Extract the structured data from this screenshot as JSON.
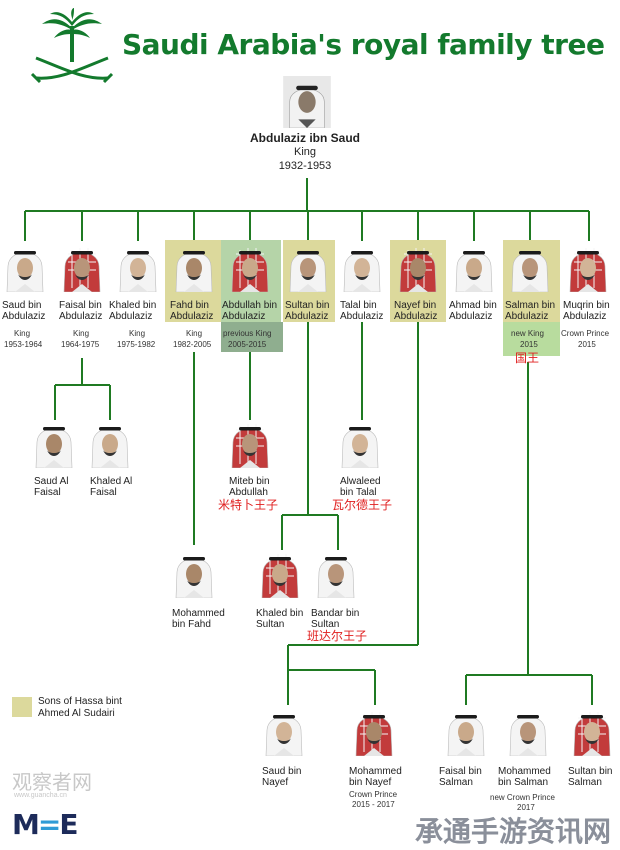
{
  "title": "Saudi Arabia's royal family tree",
  "colors": {
    "brand": "#137a2d",
    "sudairi": "#dcd99c",
    "new_king": "#b8dc9e",
    "previous_king": "#8fae8f",
    "chinese_label": "#e02020"
  },
  "root": {
    "name": "Abdulaziz ibn Saud",
    "role": "King",
    "years": "1932-1953"
  },
  "sons": [
    {
      "name1": "Saud bin",
      "name2": "Abdulaziz",
      "role": "King",
      "years": "1953-1964"
    },
    {
      "name1": "Faisal bin",
      "name2": "Abdulaziz",
      "role": "King",
      "years": "1964-1975"
    },
    {
      "name1": "Khaled bin",
      "name2": "Abdulaziz",
      "role": "King",
      "years": "1975-1982"
    },
    {
      "name1": "Fahd bin",
      "name2": "Abdulaziz",
      "role": "King",
      "years": "1982-2005"
    },
    {
      "name1": "Abdullah bin",
      "name2": "Abdulaziz",
      "role": "previous King",
      "years": "2005-2015"
    },
    {
      "name1": "Sultan bin",
      "name2": "Abdulaziz",
      "role": "",
      "years": ""
    },
    {
      "name1": "Talal bin",
      "name2": "Abdulaziz",
      "role": "",
      "years": ""
    },
    {
      "name1": "Nayef bin",
      "name2": "Abdulaziz",
      "role": "",
      "years": ""
    },
    {
      "name1": "Ahmad bin",
      "name2": "Abdulaziz",
      "role": "",
      "years": ""
    },
    {
      "name1": "Salman bin",
      "name2": "Abdulaziz",
      "role": "new King",
      "years": "2015",
      "cn": "国王"
    },
    {
      "name1": "Muqrin bin",
      "name2": "Abdulaziz",
      "role": "Crown Prince",
      "years": "2015"
    }
  ],
  "grandsons": {
    "saud_al_faisal": {
      "name1": "Saud Al",
      "name2": "Faisal"
    },
    "khaled_al_faisal": {
      "name1": "Khaled Al",
      "name2": "Faisal"
    },
    "miteb": {
      "name1": "Miteb bin",
      "name2": "Abdullah",
      "cn": "米特卜王子"
    },
    "alwaleed": {
      "name1": "Alwaleed",
      "name2": "bin Talal",
      "cn": "瓦尔德王子"
    },
    "mohammed_fahd": {
      "name1": "Mohammed",
      "name2": "bin Fahd"
    },
    "khaled_sultan": {
      "name1": "Khaled bin",
      "name2": "Sultan"
    },
    "bandar_sultan": {
      "name1": "Bandar bin",
      "name2": "Sultan",
      "cn": "班达尔王子"
    },
    "saud_nayef": {
      "name1": "Saud bin",
      "name2": "Nayef"
    },
    "mohammed_nayef": {
      "name1": "Mohammed",
      "name2": "bin Nayef",
      "role": "Crown Prince",
      "years": "2015 - 2017"
    },
    "faisal_salman": {
      "name1": "Faisal bin",
      "name2": "Salman"
    },
    "mohammed_salman": {
      "name1": "Mohammed",
      "name2": "bin Salman",
      "role": "new Crown Prince",
      "years": "2017"
    },
    "sultan_salman": {
      "name1": "Sultan bin",
      "name2": "Salman"
    }
  },
  "legend": {
    "line1": "Sons of Hassa bint",
    "line2": "Ahmed Al Sudairi"
  },
  "watermark": {
    "text": "观察者网",
    "sub": "www.guancha.cn"
  },
  "logo": {
    "left": "M",
    "right": "E"
  },
  "site_text": "承通手游资讯网",
  "icons": {
    "emblem": "palm-and-swords-emblem",
    "portrait": "portrait-icon"
  }
}
